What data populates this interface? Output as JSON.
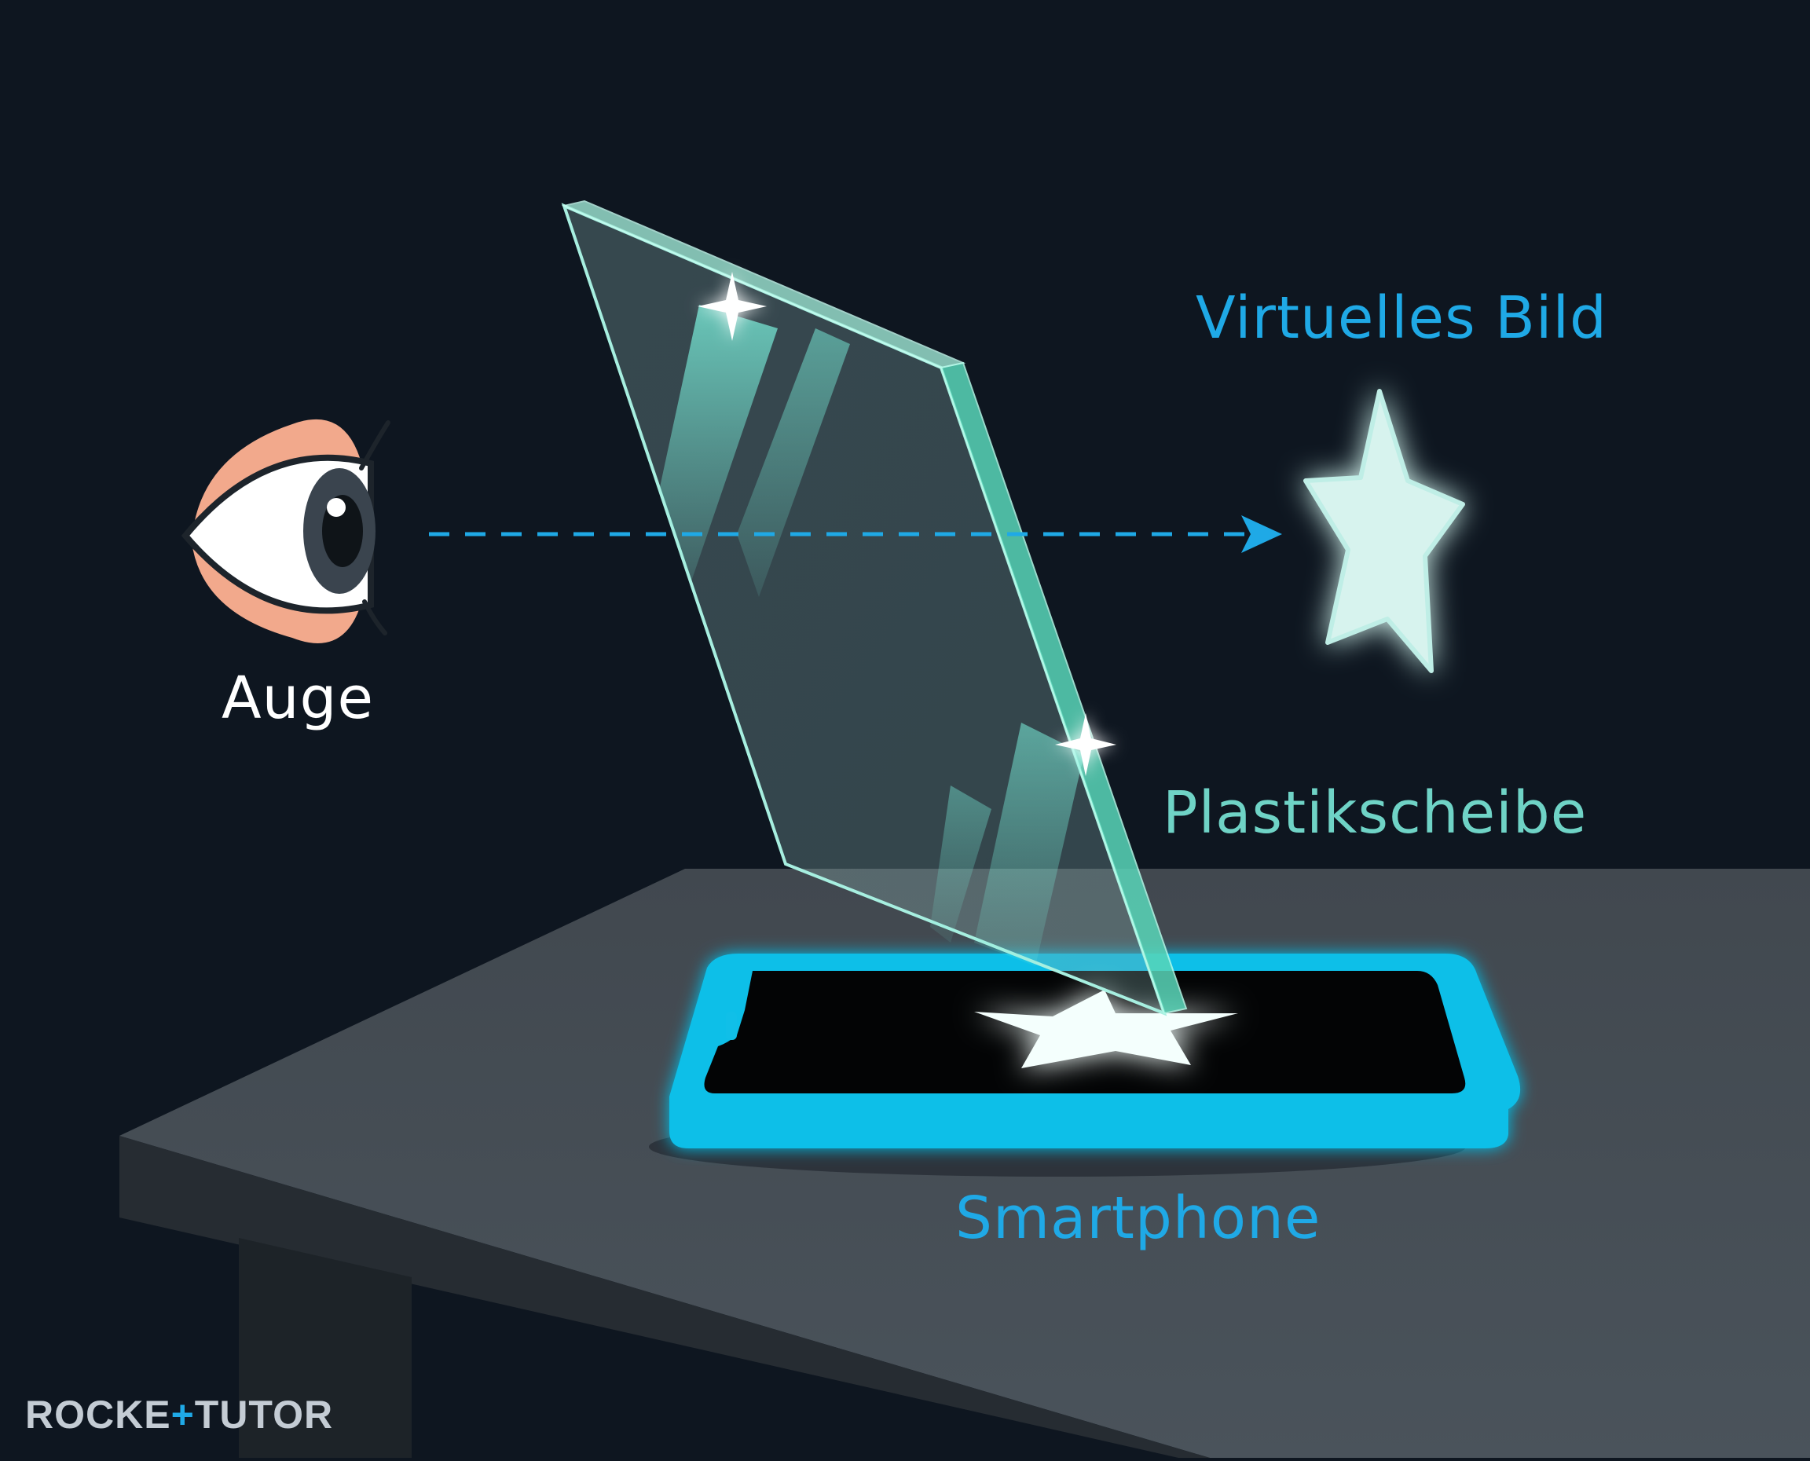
{
  "labels": {
    "eye": "Auge",
    "virtual_image": "Virtuelles Bild",
    "plastic_pane": "Plastikscheibe",
    "smartphone": "Smartphone"
  },
  "logo": {
    "part1": "ROCKE",
    "plus": "+",
    "part2": "TUTOR"
  },
  "colors": {
    "background": "#0e1620",
    "table_top": "#464e56",
    "accent_blue": "#1fa9e6",
    "glass_cyan": "#6fd3c6",
    "phone_body": "#10bfe8"
  },
  "icons": {
    "eye": "eye-icon",
    "virtual_star": "star-icon",
    "screen_star": "star-icon",
    "sparkles": "sparkle-icon"
  }
}
